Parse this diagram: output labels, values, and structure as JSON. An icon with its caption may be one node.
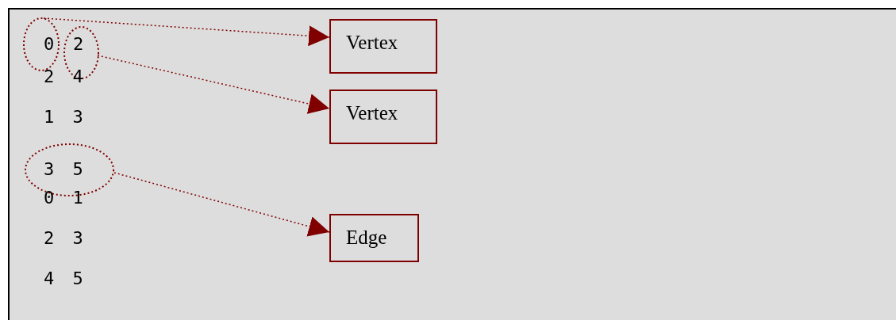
{
  "diagram": {
    "nodes": [
      {
        "text": [
          "0"
        ]
      },
      {
        "text": [
          "2"
        ]
      },
      {
        "text": [
          "3 5"
        ]
      },
      {
        "text": [
          "Vertex"
        ]
      },
      {
        "text": [
          "Vertex"
        ]
      },
      {
        "text": [
          "Edge"
        ]
      }
    ],
    "edges": [
      {
        "from": 0,
        "to": 3,
        "arrow": "to",
        "style": "dashed"
      },
      {
        "from": 1,
        "to": 4,
        "arrow": "to",
        "style": "dashed"
      },
      {
        "from": 2,
        "to": 5,
        "arrow": "to",
        "style": "dashed"
      }
    ],
    "labels": [
      "2 4",
      "1 3",
      "0 1",
      "2 3",
      "4 5"
    ]
  }
}
